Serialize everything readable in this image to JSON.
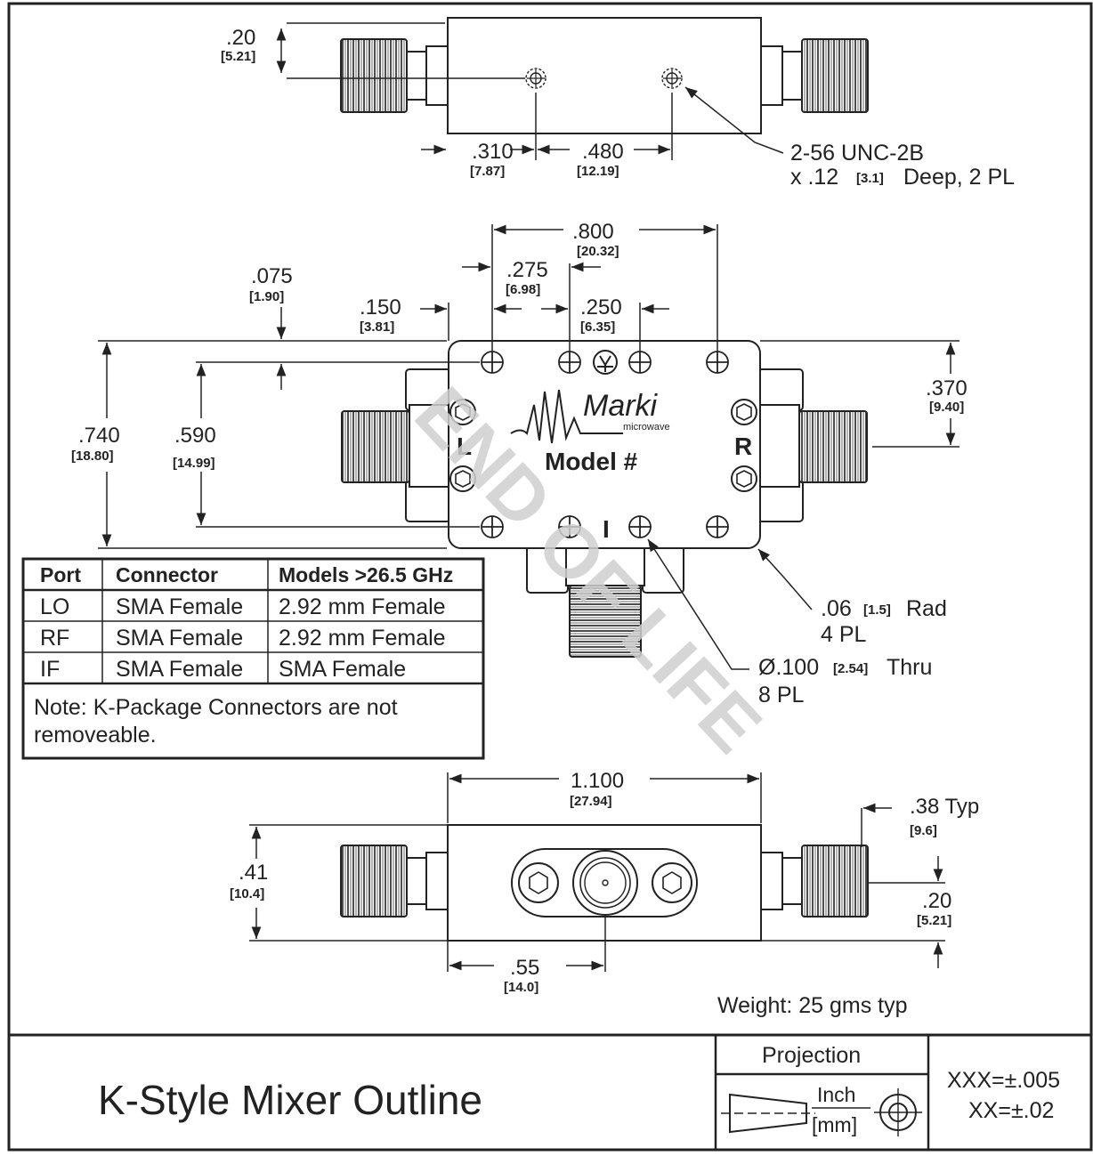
{
  "top_view": {
    "dims": [
      {
        "id": "height",
        "value": ".20",
        "mm": "[5.21]"
      },
      {
        "id": "hole1",
        "value": ".310",
        "mm": "[7.87]"
      },
      {
        "id": "hole2",
        "value": ".480",
        "mm": "[12.19]"
      }
    ],
    "callout_line1": "2-56 UNC-2B",
    "callout_line2_a": "x .12",
    "callout_line2_mm": "[3.1]",
    "callout_line2_b": "Deep, 2 PL"
  },
  "plan_view": {
    "dims": [
      {
        "id": "span",
        "value": ".800",
        "mm": "[20.32]"
      },
      {
        "id": "offset",
        "value": ".275",
        "mm": "[6.98]"
      },
      {
        "id": "edge",
        "value": ".075",
        "mm": "[1.90]"
      },
      {
        "id": "left",
        "value": ".150",
        "mm": "[3.81]"
      },
      {
        "id": "pitch",
        "value": ".250",
        "mm": "[6.35]"
      },
      {
        "id": "right_conn",
        "value": ".370",
        "mm": "[9.40]"
      },
      {
        "id": "height",
        "value": ".740",
        "mm": "[18.80]"
      },
      {
        "id": "holes",
        "value": ".590",
        "mm": "[14.99]"
      }
    ],
    "brand": "Marki",
    "brand_sub": "microwave",
    "model": "Model #",
    "port_left": "L",
    "port_right": "R",
    "port_bottom": "I",
    "radius_callout": {
      "value": ".06",
      "mm": "[1.5]",
      "rest": "Rad",
      "line2": "4 PL"
    },
    "thru_callout": {
      "value": "Ø.100",
      "mm": "[2.54]",
      "rest": "Thru",
      "line2": "8 PL"
    }
  },
  "table": {
    "headers": [
      "Port",
      "Connector",
      "Models >26.5 GHz"
    ],
    "rows": [
      [
        "LO",
        "SMA Female",
        "2.92 mm Female"
      ],
      [
        "RF",
        "SMA Female",
        "2.92 mm Female"
      ],
      [
        "IF",
        "SMA Female",
        "SMA Female"
      ]
    ],
    "note_line1": "Note: K-Package Connectors are not",
    "note_line2": "removeable."
  },
  "side_view": {
    "dims": [
      {
        "id": "length",
        "value": "1.100",
        "mm": "[27.94]"
      },
      {
        "id": "typ",
        "value": ".38 Typ",
        "mm": "[9.6]"
      },
      {
        "id": "height",
        "value": ".41",
        "mm": "[10.4]"
      },
      {
        "id": "conn_h",
        "value": ".20",
        "mm": "[5.21]"
      },
      {
        "id": "conn_x",
        "value": ".55",
        "mm": "[14.0]"
      }
    ]
  },
  "watermark": "END OF LIFE",
  "weight": "Weight: 25 gms typ",
  "title_block": {
    "title": "K-Style Mixer Outline",
    "projection": "Projection",
    "unit_top": "Inch",
    "unit_bottom": "[mm]",
    "tol1": "XXX=±.005",
    "tol2": "XX=±.02"
  }
}
